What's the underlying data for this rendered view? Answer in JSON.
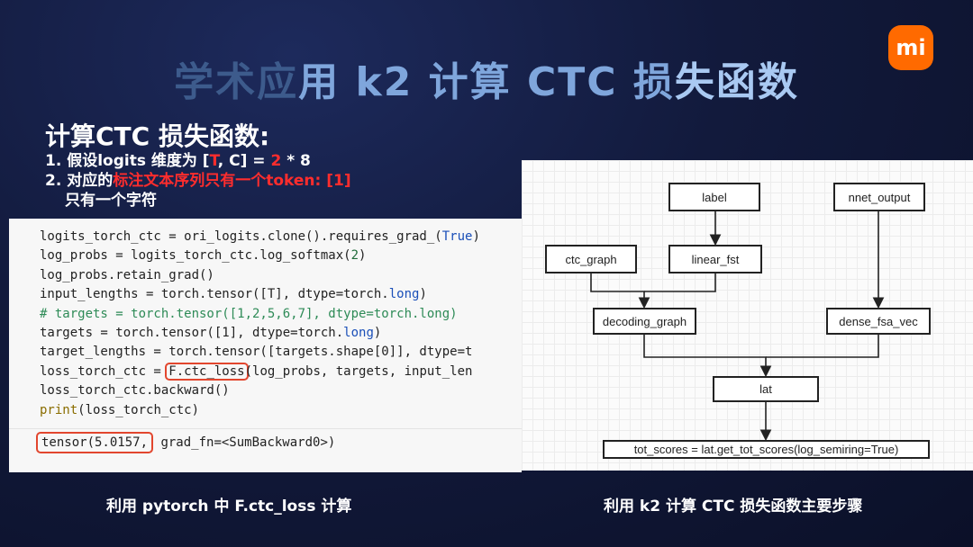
{
  "slide": {
    "title_parts": [
      "学术应",
      "用 k2 计算 CTC 损",
      "失函数"
    ],
    "logo_text": "mi",
    "heading": "计算CTC 损失函数:",
    "bullet1": {
      "pre": "1. 假设logits 维度为 [",
      "t": "T",
      "mid": ", C] = ",
      "two": "2",
      "post": " * 8"
    },
    "bullet2": {
      "pre": "2. 对应的",
      "red": "标注文本序列只有一个token:  [1]",
      "sub": "只有一个字符"
    },
    "code_lines": [
      "logits_torch_ctc = ori_logits.clone().requires_grad_(True)",
      "log_probs = logits_torch_ctc.log_softmax(2)",
      "log_probs.retain_grad()",
      "input_lengths = torch.tensor([T], dtype=torch.long)",
      "# targets = torch.tensor([1,2,5,6,7], dtype=torch.long)",
      "targets = torch.tensor([1], dtype=torch.long)",
      "target_lengths = torch.tensor([targets.shape[0]], dtype=t",
      "loss_torch_ctc = F.ctc_loss(log_probs, targets, input_len",
      "loss_torch_ctc.backward()",
      "print(loss_torch_ctc)"
    ],
    "output_boxed": "tensor(5.0157,",
    "output_rest": " grad_fn=<SumBackward0>)",
    "caption_left": "利用 pytorch 中 F.ctc_loss 计算",
    "caption_right": "利用 k2 计算 CTC 损失函数主要步骤"
  },
  "diagram": {
    "nodes": {
      "label": "label",
      "nnet_output": "nnet_output",
      "ctc_graph": "ctc_graph",
      "linear_fst": "linear_fst",
      "decoding_graph": "decoding_graph",
      "dense_fsa_vec": "dense_fsa_vec",
      "lat": "lat",
      "tot_scores": "tot_scores = lat.get_tot_scores(log_semiring=True)"
    }
  },
  "colors": {
    "accent_red": "#ff2d2d",
    "box_red": "#e2462e",
    "logo": "#ff6a00"
  }
}
